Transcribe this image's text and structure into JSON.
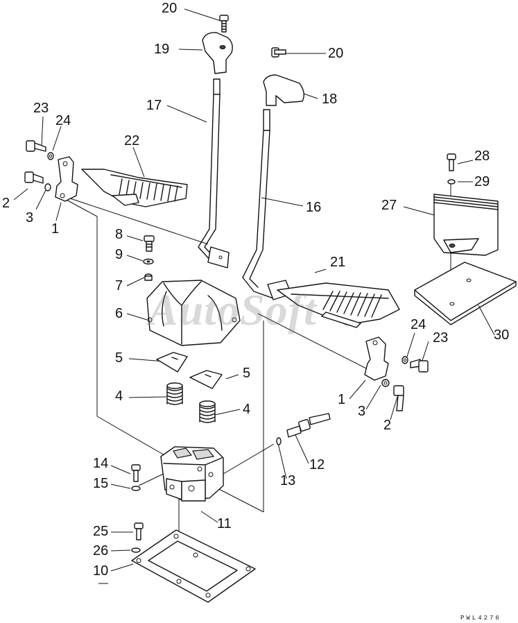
{
  "drawing_code": "PWL4276",
  "watermark": "AutoSoft",
  "callouts": {
    "c20a": "20",
    "c19": "19",
    "c20b": "20",
    "c18": "18",
    "c17": "17",
    "c23a": "23",
    "c24a": "24",
    "c22": "22",
    "c2a": "2",
    "c3a": "3",
    "c1a": "1",
    "c16": "16",
    "c28": "28",
    "c29": "29",
    "c27": "27",
    "c8": "8",
    "c9": "9",
    "c7": "7",
    "c6": "6",
    "c21": "21",
    "c24b": "24",
    "c23b": "23",
    "c30": "30",
    "c5a": "5",
    "c5b": "5",
    "c4a": "4",
    "c4b": "4",
    "c1b": "1",
    "c3b": "3",
    "c2b": "2",
    "c12": "12",
    "c13": "13",
    "c14": "14",
    "c15": "15",
    "c11": "11",
    "c25": "25",
    "c26": "26",
    "c10": "10"
  }
}
